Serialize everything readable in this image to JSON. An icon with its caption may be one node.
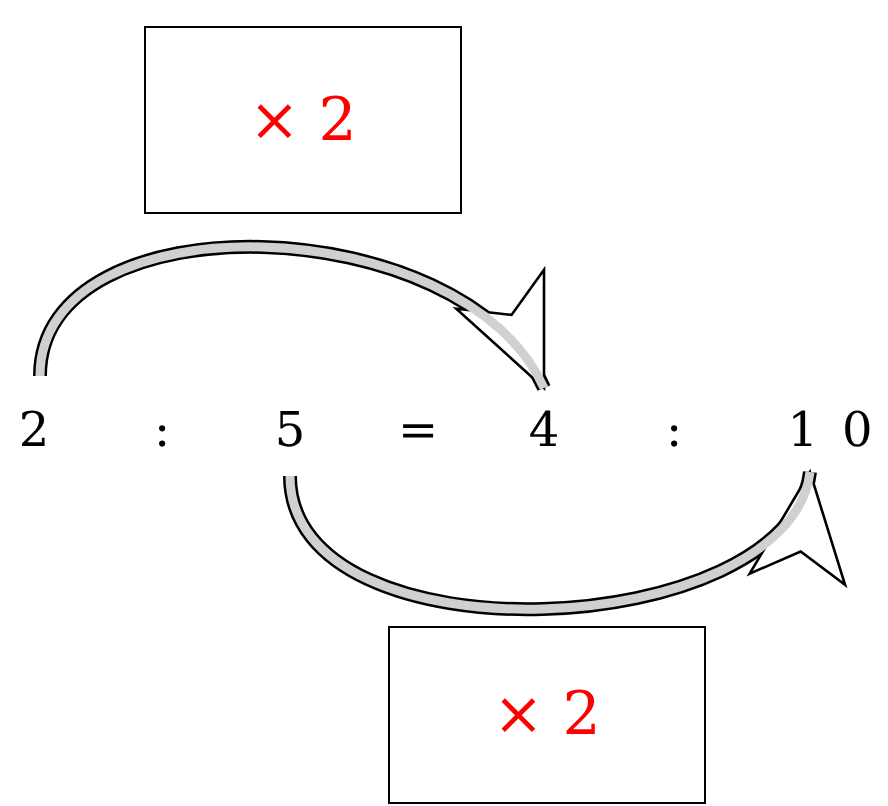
{
  "diagram": {
    "nodes": [
      {
        "text": [
          "× 2"
        ]
      },
      {
        "text": [
          "2"
        ]
      },
      {
        "text": [
          "5"
        ]
      },
      {
        "text": [
          "4"
        ]
      },
      {
        "text": [
          "10"
        ]
      },
      {
        "text": [
          "× 2"
        ]
      }
    ],
    "edges": [
      {
        "from": 1,
        "to": 3,
        "arrow": "to"
      },
      {
        "from": 2,
        "to": 4,
        "arrow": "to"
      }
    ],
    "labels": [
      ":",
      "=",
      ":"
    ]
  }
}
